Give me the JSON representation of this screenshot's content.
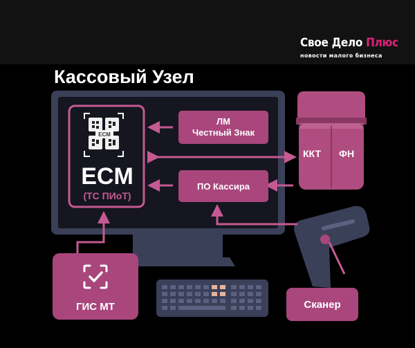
{
  "brand": {
    "name_part1": "Свое Дело ",
    "name_part2": "Плюс",
    "tagline": "новости малого бизнеса"
  },
  "title": "Кассовый Узел",
  "ecm": {
    "qr_label": "ECM",
    "big_label": "ECM",
    "sub_label": "(ТС ПИоТ)"
  },
  "lm": {
    "line1": "ЛМ",
    "line2": "Честный Знак"
  },
  "po_kassira": "ПО Кассира",
  "kkt": "ККТ",
  "fn": "ФН",
  "gis_mt": "ГИС МТ",
  "scanner": "Сканер",
  "colors": {
    "accent_pink": "#e0227b",
    "box_pink": "#a9467c",
    "frame_pink": "#c55a92",
    "device_gray": "#3b4059",
    "screen_dark": "#15161f"
  }
}
